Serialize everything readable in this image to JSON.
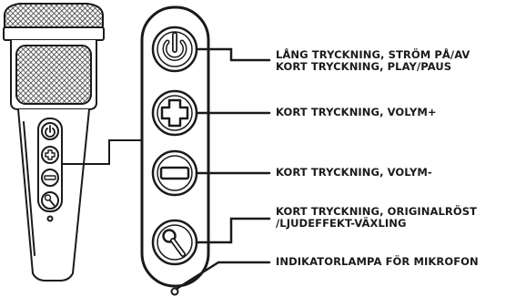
{
  "labels": {
    "power": {
      "line1": "LÅNG TRYCKNING, STRÖM PÅ/AV",
      "line2": "KORT TRYCKNING, PLAY/PAUS"
    },
    "volume_up": "KORT TRYCKNING, VOLYM+",
    "volume_down": "KORT TRYCKNING, VOLYM-",
    "voice_mode": {
      "line1": "KORT TRYCKNING, ORIGINALRÖST",
      "line2": "/LJUDEFFEKT-VÄXLING"
    },
    "indicator": "INDIKATORLAMPA FÖR MIKROFON"
  },
  "icons": [
    "power-icon",
    "plus-icon",
    "minus-icon",
    "microphone-icon",
    "indicator-light-icon"
  ],
  "colors": {
    "stroke": "#1a1a1a",
    "fill": "#ffffff",
    "grille": "#2a2a2a"
  }
}
